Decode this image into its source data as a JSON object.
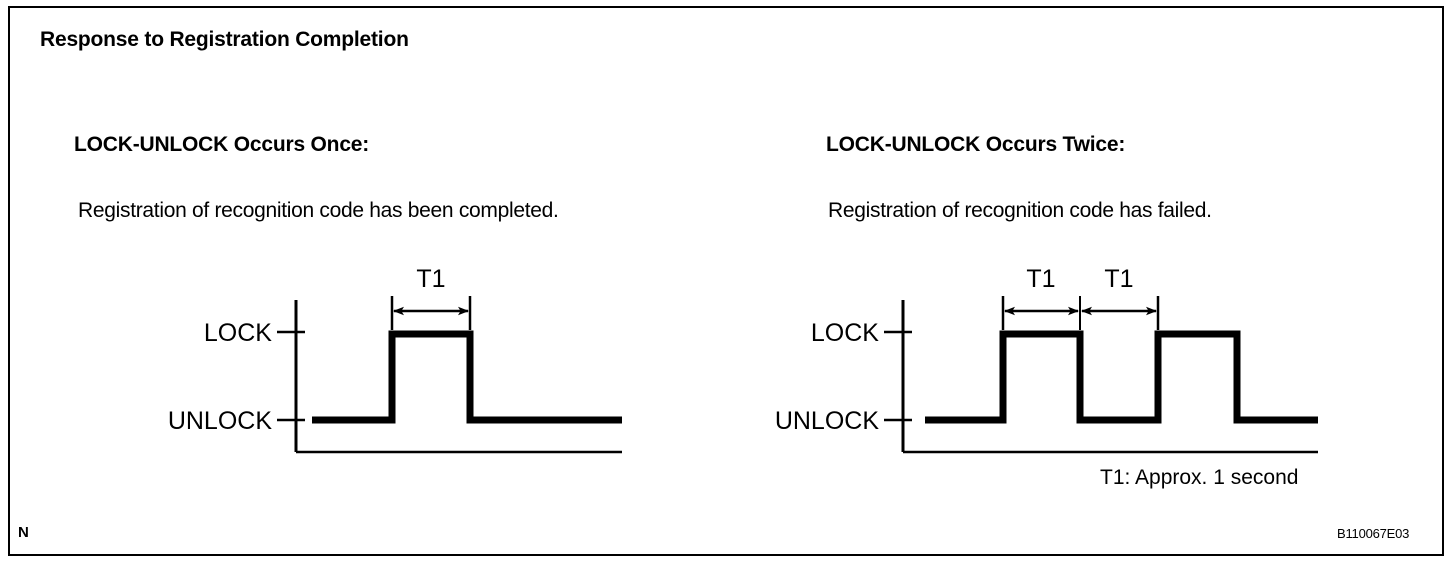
{
  "document": {
    "title": "Response to Registration Completion",
    "corner_marker": "N",
    "part_code": "B110067E03",
    "footnote": "T1: Approx. 1 second"
  },
  "columns": [
    {
      "heading": "LOCK-UNLOCK Occurs Once:",
      "description": "Registration of recognition code has been completed.",
      "axis_labels": {
        "high": "LOCK",
        "low": "UNLOCK"
      },
      "measure_labels": [
        "T1"
      ]
    },
    {
      "heading": "LOCK-UNLOCK Occurs Twice:",
      "description": "Registration of recognition code has failed.",
      "axis_labels": {
        "high": "LOCK",
        "low": "UNLOCK"
      },
      "measure_labels": [
        "T1",
        "T1"
      ]
    }
  ],
  "chart_data": [
    {
      "type": "line",
      "title": "LOCK-UNLOCK Occurs Once",
      "xlabel": "",
      "ylabel": "",
      "grid": false,
      "legend": "none",
      "y_tick_labels": [
        "LOCK",
        "UNLOCK"
      ],
      "y_levels": {
        "UNLOCK": 0,
        "LOCK": 1
      },
      "annotations": [
        {
          "label": "T1",
          "from_x": 1,
          "to_x": 2,
          "kind": "double-arrow-span"
        }
      ],
      "series": [
        {
          "name": "lock-signal",
          "step": true,
          "x": [
            0,
            1,
            1,
            2,
            2,
            3.9
          ],
          "values": [
            0,
            0,
            1,
            1,
            0,
            0
          ]
        }
      ]
    },
    {
      "type": "line",
      "title": "LOCK-UNLOCK Occurs Twice",
      "xlabel": "",
      "ylabel": "",
      "grid": false,
      "legend": "none",
      "y_tick_labels": [
        "LOCK",
        "UNLOCK"
      ],
      "y_levels": {
        "UNLOCK": 0,
        "LOCK": 1
      },
      "annotations": [
        {
          "label": "T1",
          "from_x": 1,
          "to_x": 2,
          "kind": "double-arrow-span"
        },
        {
          "label": "T1",
          "from_x": 2,
          "to_x": 3,
          "kind": "double-arrow-span"
        }
      ],
      "series": [
        {
          "name": "lock-signal",
          "step": true,
          "x": [
            0,
            1,
            1,
            2,
            2,
            3,
            3,
            4,
            4,
            5.05
          ],
          "values": [
            0,
            0,
            1,
            1,
            0,
            0,
            1,
            1,
            0,
            0
          ]
        }
      ]
    }
  ]
}
